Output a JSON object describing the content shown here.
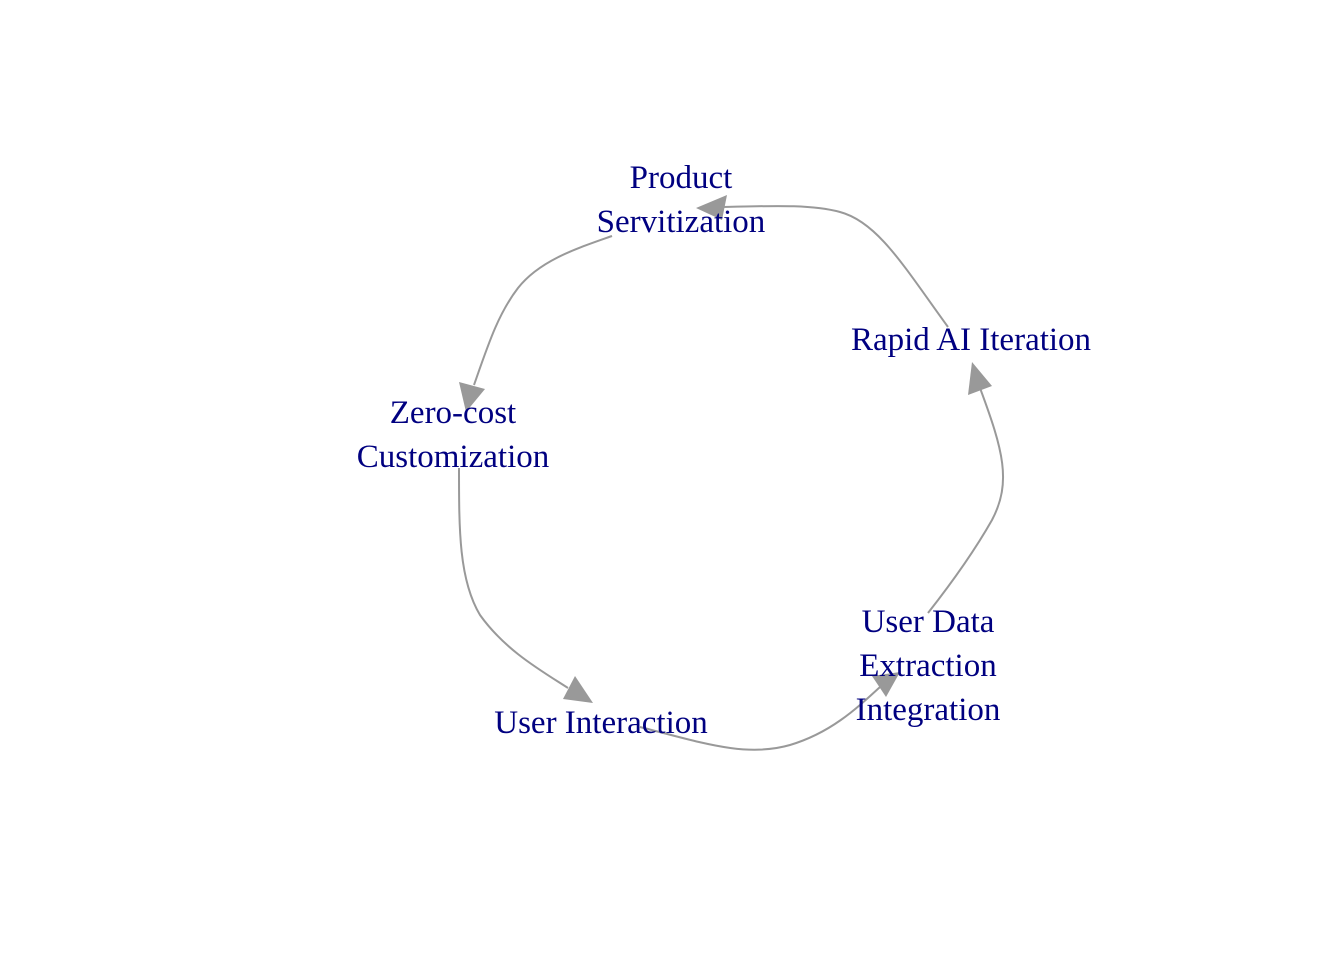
{
  "colors": {
    "node_text": "#000080",
    "edge": "#999999",
    "background": "#ffffff"
  },
  "nodes": {
    "product_servitization": {
      "lines": [
        "Product",
        "Servitization"
      ]
    },
    "rapid_ai_iteration": {
      "lines": [
        "Rapid AI Iteration"
      ]
    },
    "zero_cost_customization": {
      "lines": [
        "Zero-cost",
        "Customization"
      ]
    },
    "user_interaction": {
      "lines": [
        "User Interaction"
      ]
    },
    "user_data_extraction_integration": {
      "lines": [
        "User Data",
        "Extraction",
        "Integration"
      ]
    }
  },
  "edges": [
    {
      "from": "rapid_ai_iteration",
      "to": "product_servitization"
    },
    {
      "from": "product_servitization",
      "to": "zero_cost_customization"
    },
    {
      "from": "zero_cost_customization",
      "to": "user_interaction"
    },
    {
      "from": "user_interaction",
      "to": "user_data_extraction_integration"
    },
    {
      "from": "user_data_extraction_integration",
      "to": "rapid_ai_iteration"
    }
  ]
}
